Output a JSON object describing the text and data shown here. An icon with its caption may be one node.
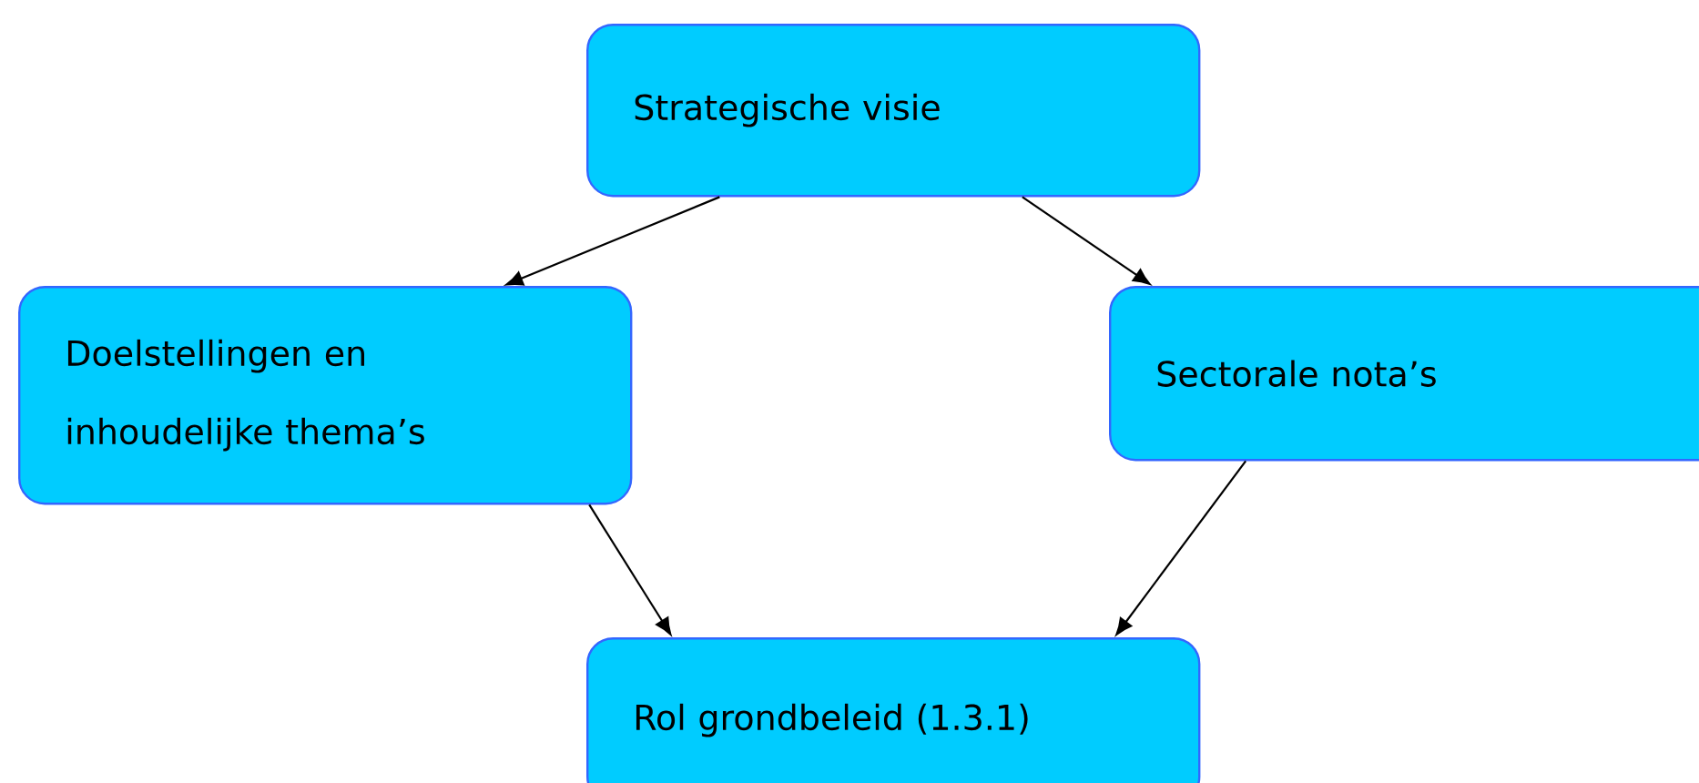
{
  "diagram": {
    "nodes": [
      {
        "text": [
          "Strategische visie"
        ]
      },
      {
        "text": [
          "Doelstellingen en inhoudelijke thema’s"
        ]
      },
      {
        "text": [
          "Sectorale nota’s"
        ]
      },
      {
        "text": [
          "Rol grondbeleid (1.3.1)"
        ]
      }
    ],
    "edges": [
      {
        "from": 0,
        "to": 1,
        "arrow": "to"
      },
      {
        "from": 0,
        "to": 2,
        "arrow": "to"
      },
      {
        "from": 1,
        "to": 3,
        "arrow": "to"
      },
      {
        "from": 2,
        "to": 3,
        "arrow": "to"
      }
    ]
  }
}
